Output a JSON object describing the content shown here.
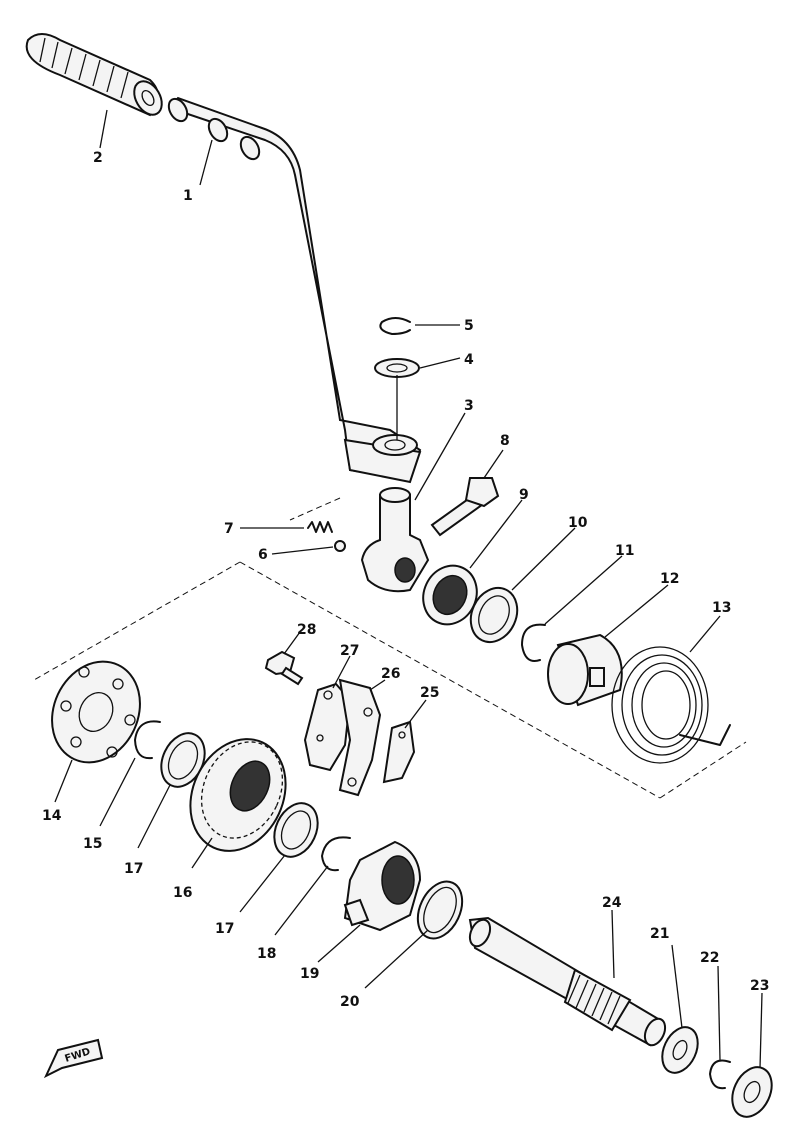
{
  "diagram": {
    "callouts": [
      {
        "id": "1",
        "label": "1"
      },
      {
        "id": "2",
        "label": "2"
      },
      {
        "id": "3",
        "label": "3"
      },
      {
        "id": "4",
        "label": "4"
      },
      {
        "id": "5",
        "label": "5"
      },
      {
        "id": "6",
        "label": "6"
      },
      {
        "id": "7",
        "label": "7"
      },
      {
        "id": "8",
        "label": "8"
      },
      {
        "id": "9",
        "label": "9"
      },
      {
        "id": "10",
        "label": "10"
      },
      {
        "id": "11",
        "label": "11"
      },
      {
        "id": "12",
        "label": "12"
      },
      {
        "id": "13",
        "label": "13"
      },
      {
        "id": "14",
        "label": "14"
      },
      {
        "id": "15",
        "label": "15"
      },
      {
        "id": "16",
        "label": "16"
      },
      {
        "id": "17a",
        "label": "17"
      },
      {
        "id": "17b",
        "label": "17"
      },
      {
        "id": "18",
        "label": "18"
      },
      {
        "id": "19",
        "label": "19"
      },
      {
        "id": "20",
        "label": "20"
      },
      {
        "id": "21",
        "label": "21"
      },
      {
        "id": "22",
        "label": "22"
      },
      {
        "id": "23",
        "label": "23"
      },
      {
        "id": "24",
        "label": "24"
      },
      {
        "id": "25",
        "label": "25"
      },
      {
        "id": "26",
        "label": "26"
      },
      {
        "id": "27",
        "label": "27"
      },
      {
        "id": "28",
        "label": "28"
      }
    ],
    "direction_marker": "FWD"
  }
}
